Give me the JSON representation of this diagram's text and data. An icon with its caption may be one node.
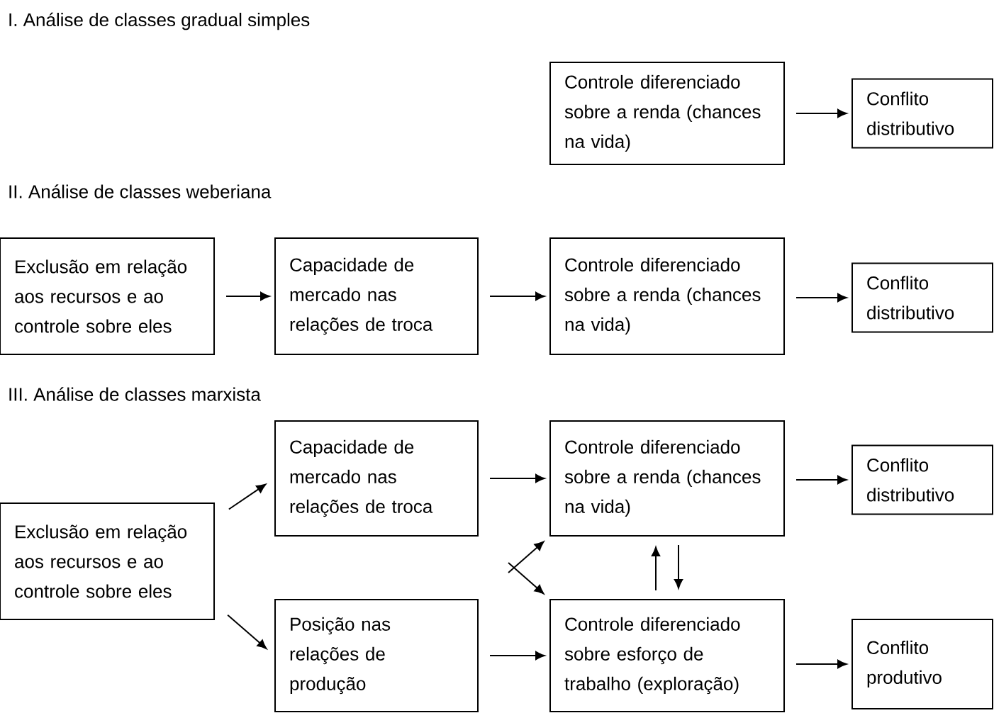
{
  "diagram": {
    "nodes": [
      {
        "text": [
          "Controle diferenciado sobre a renda (chances na vida)"
        ]
      },
      {
        "text": [
          "Conflito distributivo"
        ]
      },
      {
        "text": [
          "Exclusão em relação aos recursos e ao controle sobre eles"
        ]
      },
      {
        "text": [
          "Capacidade de mercado nas relações de troca"
        ]
      },
      {
        "text": [
          "Controle diferenciado sobre a renda (chances na vida)"
        ]
      },
      {
        "text": [
          "Conflito distributivo"
        ]
      },
      {
        "text": [
          "Capacidade de mercado nas relações de troca"
        ]
      },
      {
        "text": [
          "Controle diferenciado sobre a renda (chances na vida)"
        ]
      },
      {
        "text": [
          "Conflito distributivo"
        ]
      },
      {
        "text": [
          "Exclusão em relação aos recursos e ao controle sobre eles"
        ]
      },
      {
        "text": [
          "Posição nas relações de produção"
        ]
      },
      {
        "text": [
          "Controle diferenciado sobre esforço de trabalho (exploração)"
        ]
      },
      {
        "text": [
          "Conflito produtivo"
        ]
      }
    ],
    "edges": [
      {
        "from": 0,
        "to": 1,
        "arrow": "to"
      },
      {
        "from": 2,
        "to": 3,
        "arrow": "to"
      },
      {
        "from": 3,
        "to": 4,
        "arrow": "to"
      },
      {
        "from": 4,
        "to": 5,
        "arrow": "to"
      },
      {
        "from": 9,
        "to": 6,
        "arrow": "to"
      },
      {
        "from": 9,
        "to": 10,
        "arrow": "to"
      },
      {
        "from": 6,
        "to": 7,
        "arrow": "to"
      },
      {
        "from": 10,
        "to": 11,
        "arrow": "to"
      },
      {
        "from": 7,
        "to": 8,
        "arrow": "to"
      },
      {
        "from": 11,
        "to": 12,
        "arrow": "to"
      },
      {
        "from": 6,
        "to": 11,
        "arrow": "to"
      },
      {
        "from": 10,
        "to": 7,
        "arrow": "to"
      },
      {
        "from": 11,
        "to": 7,
        "arrow": "to"
      },
      {
        "from": 7,
        "to": 11,
        "arrow": "to"
      }
    ],
    "labels": [
      "I. Análise de classes gradual simples",
      "II. Análise de classes weberiana",
      "III. Análise de classes marxista"
    ]
  }
}
